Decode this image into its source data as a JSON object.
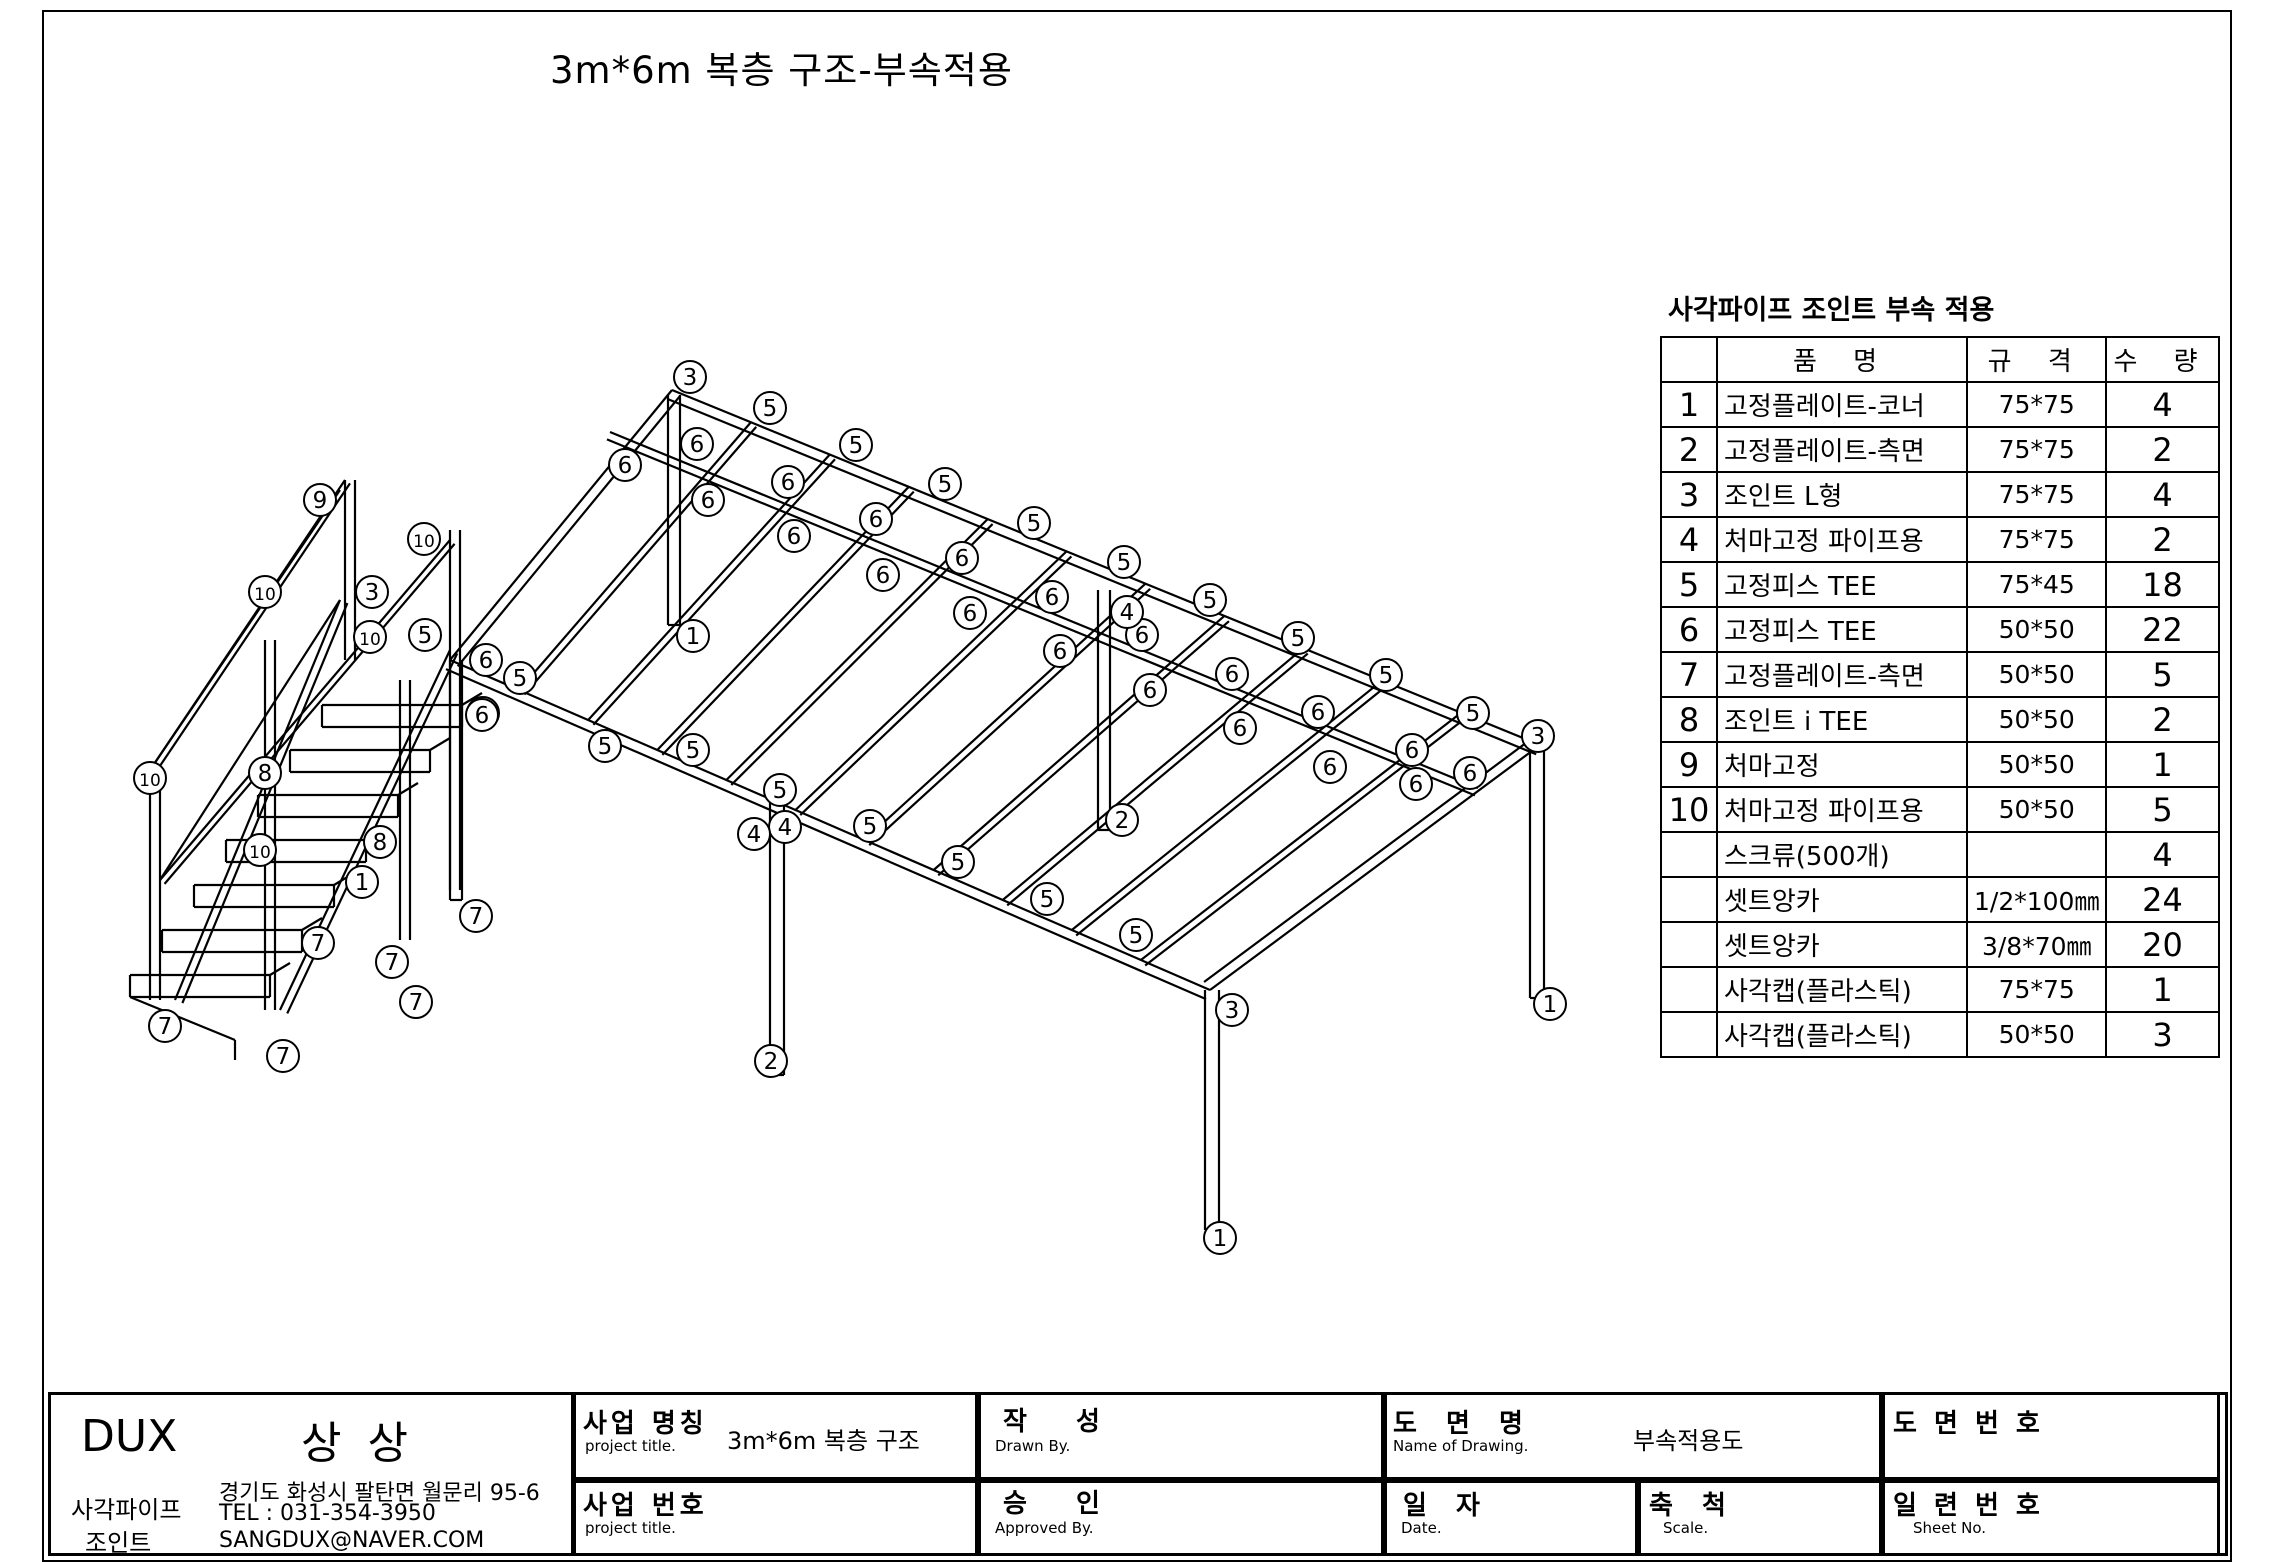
{
  "title": "3m*6m 복층 구조-부속적용",
  "callouts": [
    "1",
    "2",
    "3",
    "4",
    "5",
    "6",
    "7",
    "8",
    "9",
    "10"
  ],
  "table": {
    "title": "사각파이프 조인트 부속 적용",
    "headers": {
      "name": "품 명",
      "spec": "규 격",
      "qty": "수 량"
    },
    "rows": [
      {
        "no": "1",
        "name": "고정플레이트-코너",
        "spec": "75*75",
        "qty": "4"
      },
      {
        "no": "2",
        "name": "고정플레이트-측면",
        "spec": "75*75",
        "qty": "2"
      },
      {
        "no": "3",
        "name": "조인트 L형",
        "spec": "75*75",
        "qty": "4"
      },
      {
        "no": "4",
        "name": "처마고정 파이프용",
        "spec": "75*75",
        "qty": "2"
      },
      {
        "no": "5",
        "name": "고정피스 TEE",
        "spec": "75*45",
        "qty": "18"
      },
      {
        "no": "6",
        "name": "고정피스 TEE",
        "spec": "50*50",
        "qty": "22"
      },
      {
        "no": "7",
        "name": "고정플레이트-측면",
        "spec": "50*50",
        "qty": "5"
      },
      {
        "no": "8",
        "name": "조인트 i TEE",
        "spec": "50*50",
        "qty": "2"
      },
      {
        "no": "9",
        "name": "처마고정",
        "spec": "50*50",
        "qty": "1"
      },
      {
        "no": "10",
        "name": "처마고정 파이프용",
        "spec": "50*50",
        "qty": "5"
      },
      {
        "no": "",
        "name": "스크류(500개)",
        "spec": "",
        "qty": "4"
      },
      {
        "no": "",
        "name": "셋트앙카",
        "spec": "1/2*100㎜",
        "qty": "24"
      },
      {
        "no": "",
        "name": "셋트앙카",
        "spec": "3/8*70㎜",
        "qty": "20"
      },
      {
        "no": "",
        "name": "사각캡(플라스틱)",
        "spec": "75*75",
        "qty": "1"
      },
      {
        "no": "",
        "name": "사각캡(플라스틱)",
        "spec": "50*50",
        "qty": "3"
      }
    ]
  },
  "title_block": {
    "company": "DUX",
    "company_kr": "상 상",
    "category_line1": "사각파이프",
    "category_line2": "조인트",
    "address": "경기도 화성시 팔탄면 월문리 95-6",
    "tel": "TEL : 031-354-3950",
    "email": "SANGDUX@NAVER.COM",
    "project_name_label": "사업 명칭",
    "project_name_sub": "project title.",
    "project_name_value": "3m*6m 복층 구조",
    "project_no_label": "사업 번호",
    "project_no_sub": "project title.",
    "drawn_label": "작 성",
    "drawn_sub": "Drawn By.",
    "approved_label": "승 인",
    "approved_sub": "Approved By.",
    "drawing_name_label": "도 면 명",
    "drawing_name_sub": "Name of Drawing.",
    "drawing_name_value": "부속적용도",
    "date_label": "일 자",
    "date_sub": "Date.",
    "scale_label": "축 척",
    "scale_sub": "Scale.",
    "drawing_no_label": "도 면 번 호",
    "sheet_no_label": "일 련 번 호",
    "sheet_no_sub": "Sheet No."
  }
}
